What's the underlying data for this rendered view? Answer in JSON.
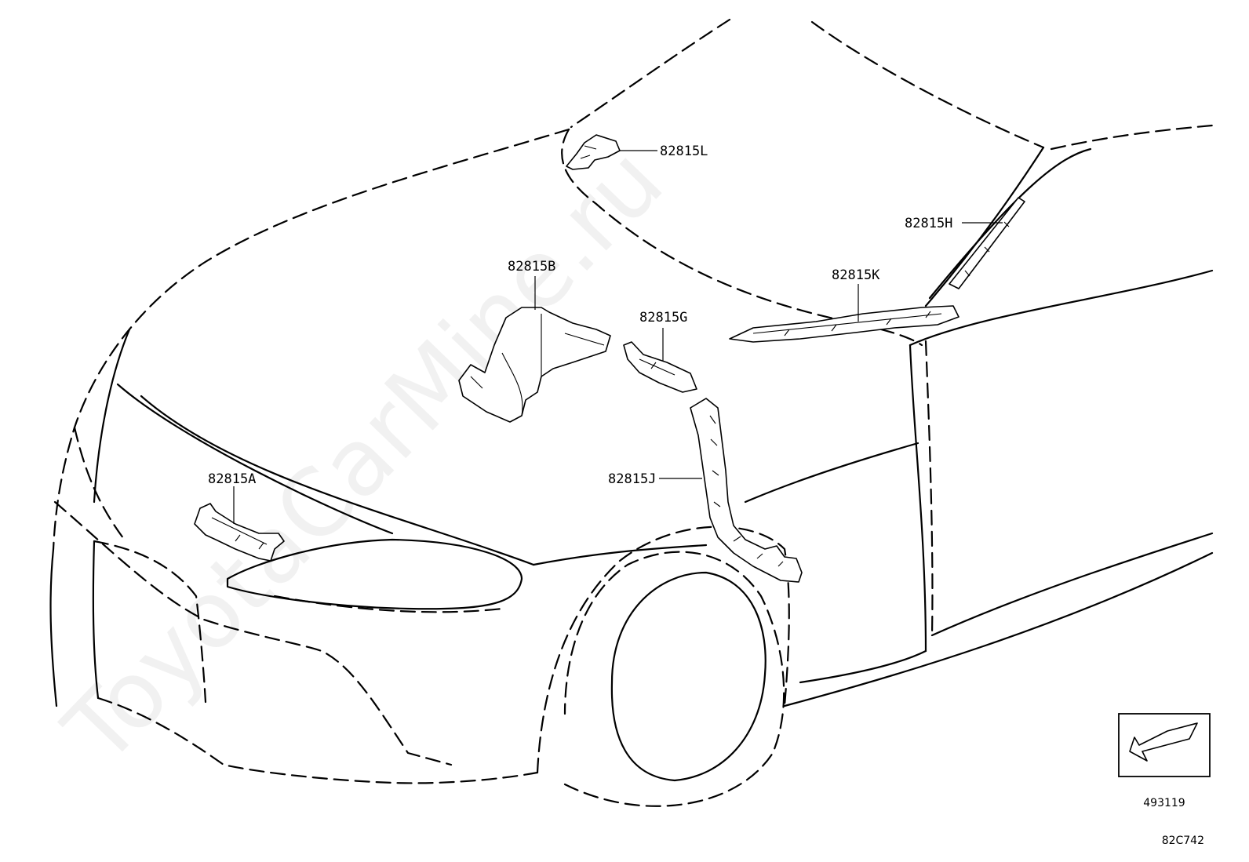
{
  "callouts": {
    "part_L": "82815L",
    "part_H": "82815H",
    "part_K": "82815K",
    "part_B": "82815B",
    "part_G": "82815G",
    "part_J": "82815J",
    "part_A": "82815A"
  },
  "inset": {
    "code": "493119"
  },
  "diagram_code": "82C742",
  "watermark": "ToyotaCarMine.ru",
  "icons": {
    "inset_arrow": "direction-arrow-icon"
  }
}
